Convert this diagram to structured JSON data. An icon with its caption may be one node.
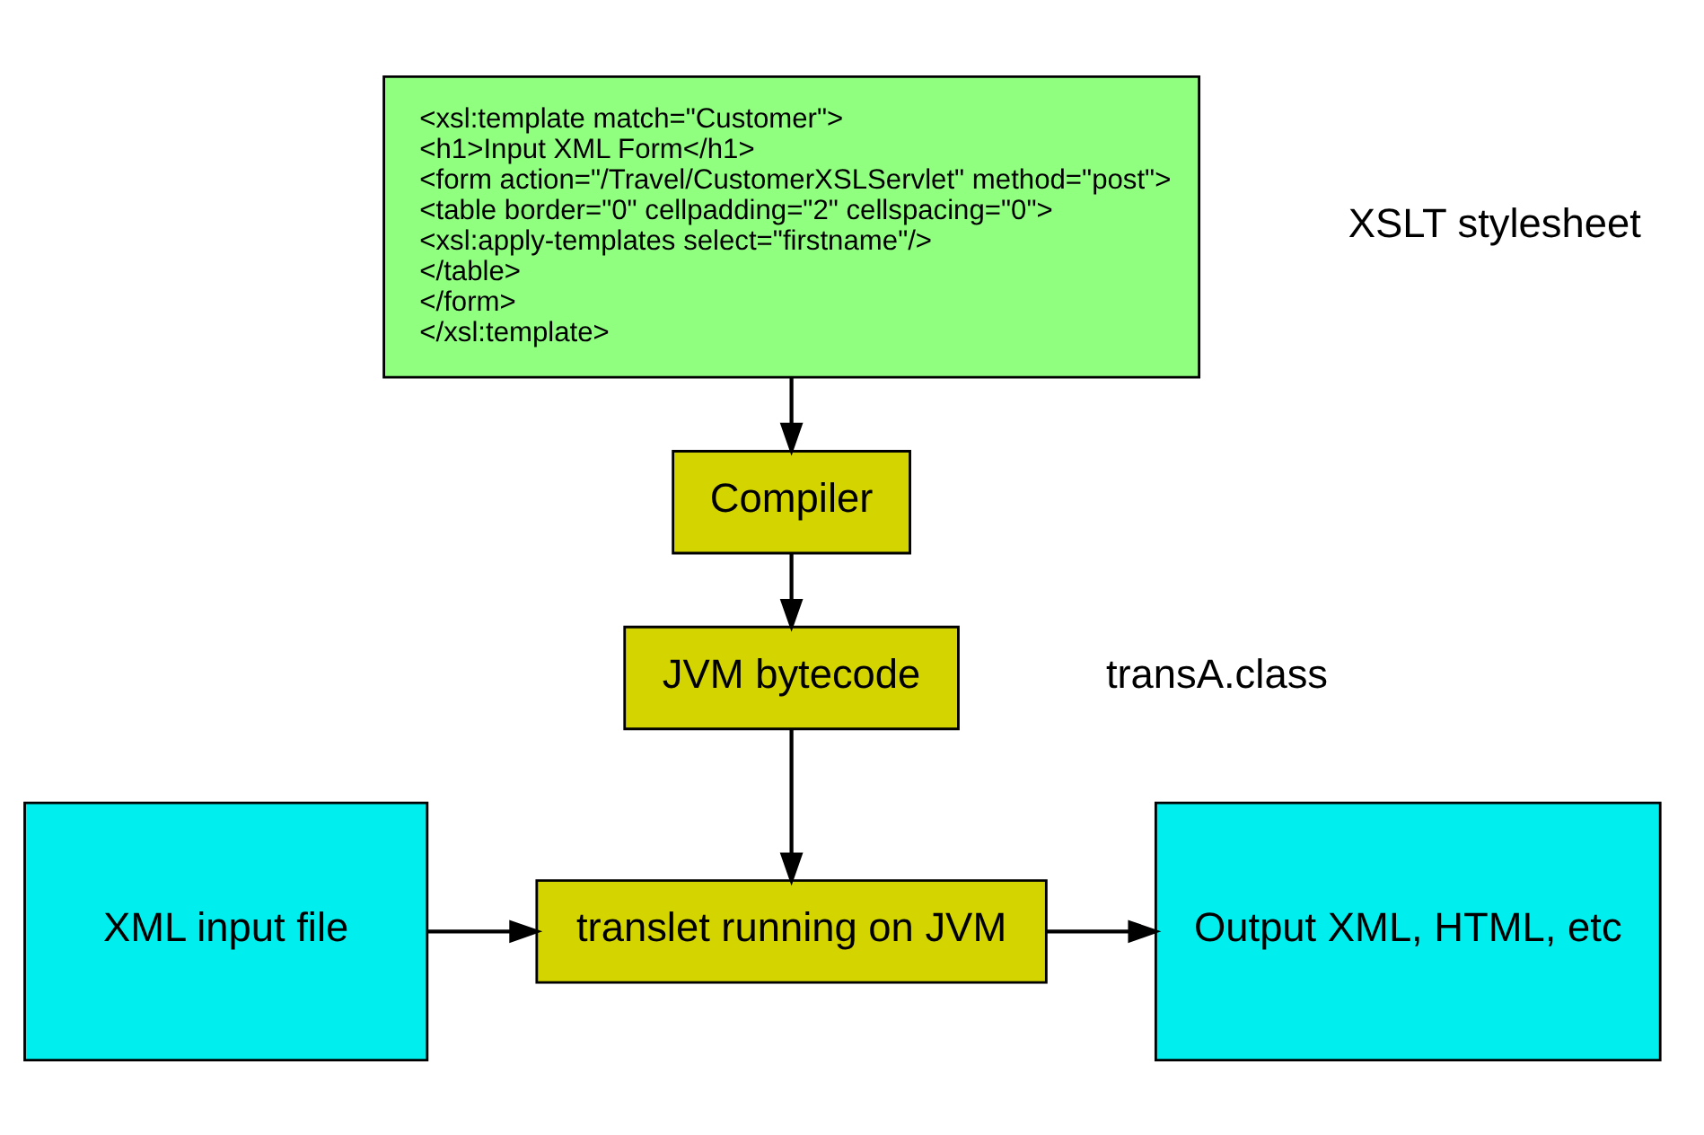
{
  "diagram": {
    "nodes": [
      {
        "text": [
          "<xsl:template match=\"Customer\">",
          "<h1>Input XML Form</h1>",
          "<form action=\"/Travel/CustomerXSLServlet\" method=\"post\">",
          "<table border=\"0\" cellpadding=\"2\" cellspacing=\"0\">",
          "<xsl:apply-templates select=\"firstname\"/>",
          "</table>",
          "</form>",
          "</xsl:template>"
        ],
        "beside": [
          "XSLT stylesheet"
        ]
      },
      {
        "text": [
          "Compiler"
        ]
      },
      {
        "text": [
          "JVM bytecode"
        ],
        "beside": [
          "transA.class"
        ]
      },
      {
        "text": [
          "XML input file"
        ]
      },
      {
        "text": [
          "translet running on JVM"
        ]
      },
      {
        "text": [
          "Output XML, HTML, etc"
        ]
      }
    ],
    "edges": [
      {
        "from": 0,
        "to": 1,
        "arrow": "to"
      },
      {
        "from": 1,
        "to": 2,
        "arrow": "to"
      },
      {
        "from": 2,
        "to": 4,
        "arrow": "to"
      },
      {
        "from": 3,
        "to": 4,
        "arrow": "to"
      },
      {
        "from": 4,
        "to": 5,
        "arrow": "to"
      }
    ]
  }
}
